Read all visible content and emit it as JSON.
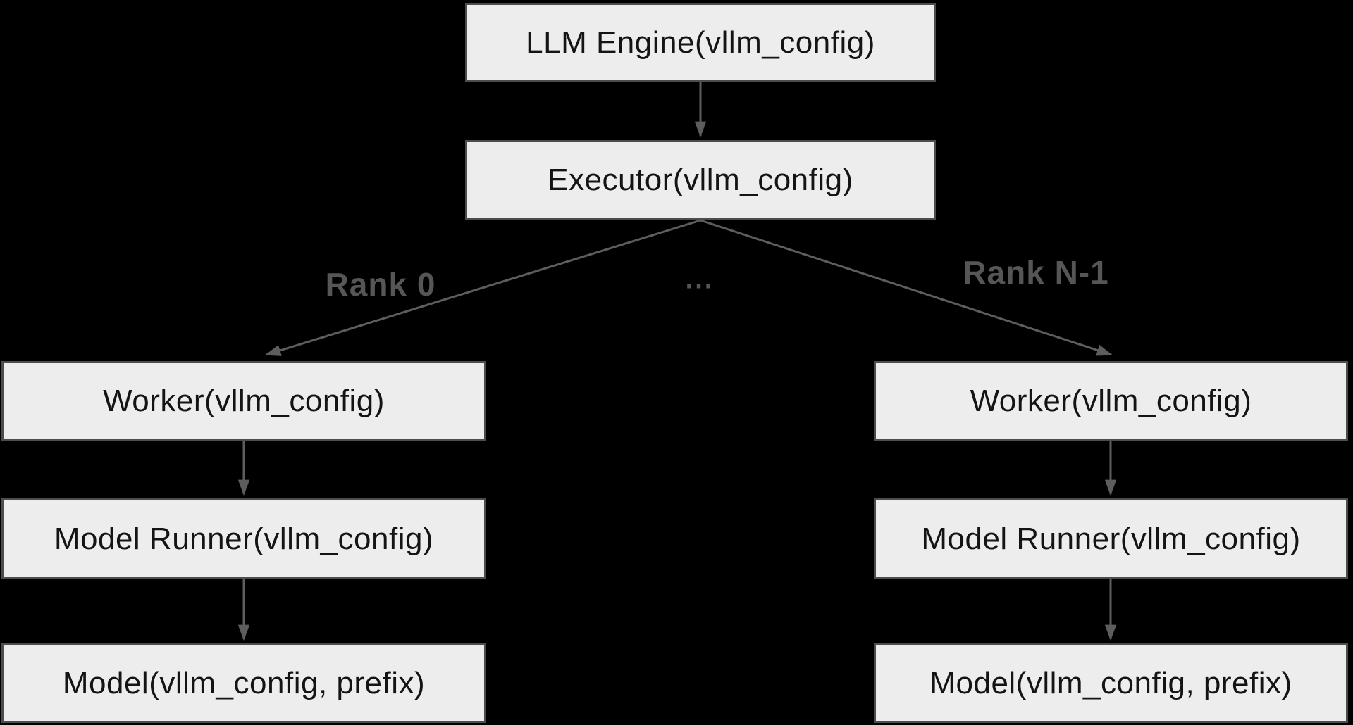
{
  "nodes": {
    "llm_engine": {
      "label": "LLM Engine(vllm_config)"
    },
    "executor": {
      "label": "Executor(vllm_config)"
    },
    "worker_rank0": {
      "label": "Worker(vllm_config)"
    },
    "model_runner_rank0": {
      "label": "Model Runner(vllm_config)"
    },
    "model_rank0": {
      "label": "Model(vllm_config, prefix)"
    },
    "worker_rankn": {
      "label": "Worker(vllm_config)"
    },
    "model_runner_rankn": {
      "label": "Model Runner(vllm_config)"
    },
    "model_rankn": {
      "label": "Model(vllm_config, prefix)"
    }
  },
  "edge_labels": {
    "rank_0": "Rank 0",
    "ellipsis": "...",
    "rank_n_minus_1": "Rank N-1"
  },
  "colors": {
    "background": "#000000",
    "node_fill": "#ededed",
    "node_border": "#4d4d4d",
    "node_text": "#141414",
    "edge": "#5d5d5d",
    "edge_label_text": "#565656"
  }
}
